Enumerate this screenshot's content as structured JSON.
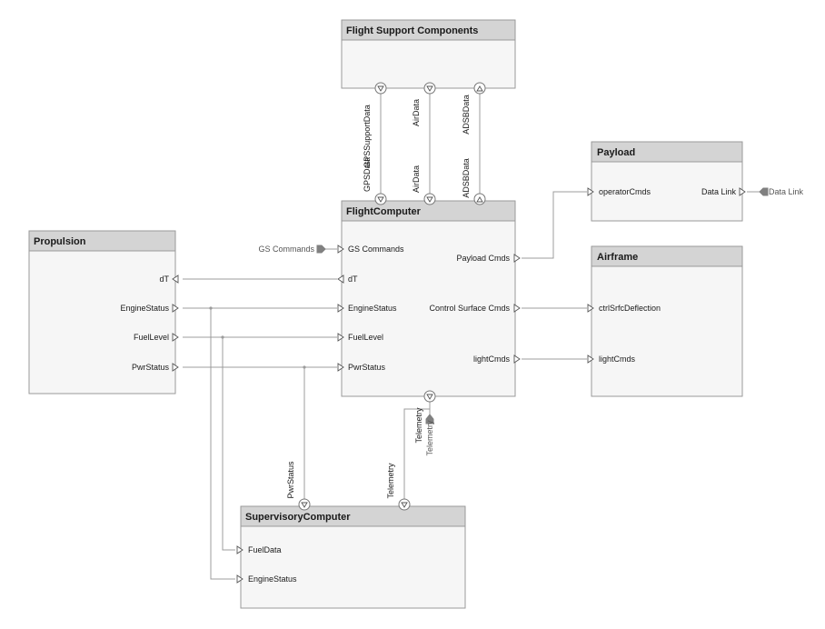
{
  "blocks": {
    "flight_support": {
      "title": "Flight Support Components"
    },
    "flight_computer": {
      "title": "FlightComputer"
    },
    "payload": {
      "title": "Payload"
    },
    "airframe": {
      "title": "Airframe"
    },
    "propulsion": {
      "title": "Propulsion"
    },
    "supervisory": {
      "title": "SupervisoryComputer"
    }
  },
  "ports": {
    "fc_gs_commands": "GS Commands",
    "fc_dt": "dT",
    "fc_engine_status": "EngineStatus",
    "fc_fuel_level": "FuelLevel",
    "fc_pwr_status": "PwrStatus",
    "fc_payload_cmds": "Payload Cmds",
    "fc_control_surface_cmds": "Control Surface Cmds",
    "fc_light_cmds": "lightCmds",
    "fc_gps_data": "GPSData",
    "fc_air_data": "AirData",
    "fc_adsb_data": "ADSBData",
    "fs_gps_support_data": "GPSSupportData",
    "fs_air_data": "AirData",
    "fs_adsb_data": "ADSBData",
    "payload_operator_cmds": "operatorCmds",
    "payload_data_link": "Data Link",
    "airframe_ctrl_srfc": "ctrlSrfcDeflection",
    "airframe_light_cmds": "lightCmds",
    "prop_dt": "dT",
    "prop_engine_status": "EngineStatus",
    "prop_fuel_level": "FuelLevel",
    "prop_pwr_status": "PwrStatus",
    "sc_pwr_status": "PwrStatus",
    "sc_telemetry": "Telemetry",
    "sc_fuel_data": "FuelData",
    "sc_engine_status": "EngineStatus"
  },
  "external": {
    "gs_commands": "GS Commands",
    "data_link": "Data Link",
    "telemetry_out": "Telemetry",
    "telemetry_conn": "Telemetry"
  }
}
